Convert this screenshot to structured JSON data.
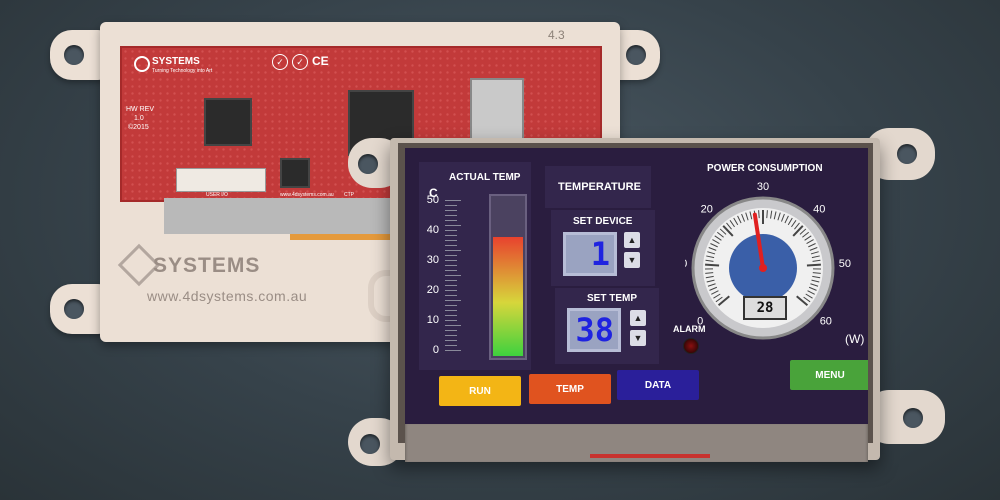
{
  "back_module": {
    "model": "4.3",
    "brand": "SYSTEMS",
    "tagline": "Turning Technology into Art",
    "url": "www.4dsystems.com.au",
    "hw_rev": "HW REV",
    "hw_rev_num": "1.0",
    "copyright": "©2015",
    "user_io": "USER I/O",
    "pcb_url": "www.4dsystems.com.au",
    "ctp": "CTP"
  },
  "screen": {
    "actual_temp": {
      "title": "ACTUAL TEMP",
      "unit": "C",
      "ticks": [
        "50",
        "40",
        "30",
        "20",
        "10",
        "0"
      ],
      "level": 0.75
    },
    "temperature_label": "TEMPERATURE",
    "set_device": {
      "label": "SET DEVICE",
      "value": "1"
    },
    "set_temp": {
      "label": "SET TEMP",
      "value": "38"
    },
    "power": {
      "title": "POWER CONSUMPTION",
      "ticks": [
        "0",
        "10",
        "20",
        "30",
        "40",
        "50",
        "60"
      ],
      "unit": "(W)",
      "reading": "28",
      "value": 28
    },
    "alarm_label": "ALARM",
    "buttons": {
      "run": "RUN",
      "temp": "TEMP",
      "data": "DATA",
      "menu": "MENU"
    },
    "colors": {
      "run": "#f3b515",
      "temp": "#e0531f",
      "data": "#2a1f9a",
      "menu": "#49a33a",
      "needle": "#e02020",
      "lcd_digits": "#1f23e0"
    }
  }
}
